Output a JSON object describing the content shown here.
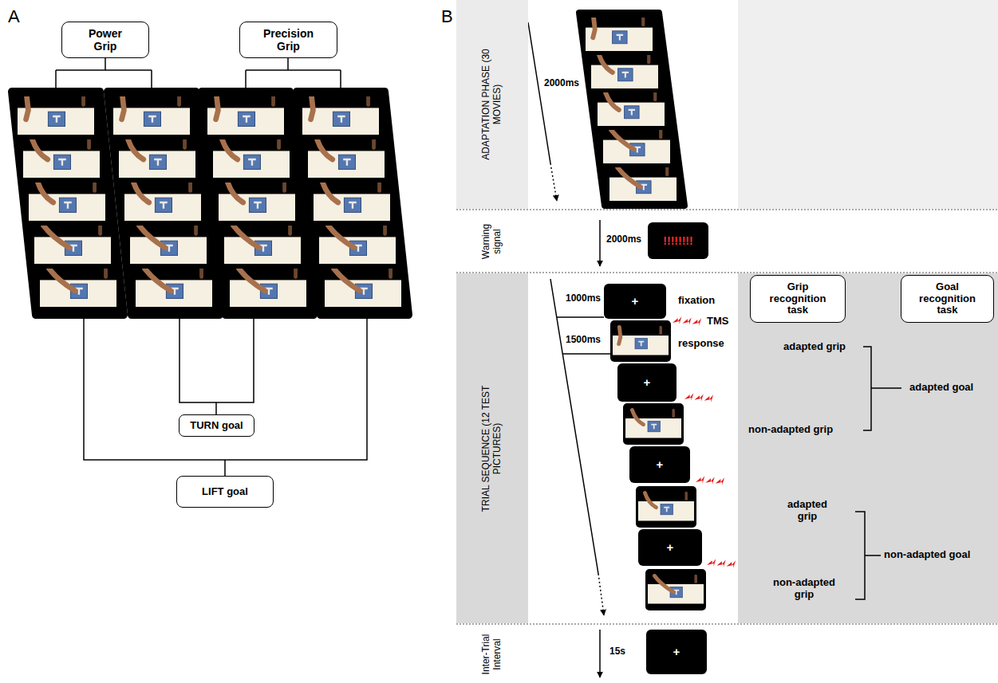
{
  "diagram": {
    "nodes": [
      {
        "text": [
          "Power Grip"
        ]
      },
      {
        "text": [
          "Precision Grip"
        ]
      },
      {
        "text": [
          "TURN goal"
        ]
      },
      {
        "text": [
          "LIFT goal"
        ]
      },
      {
        "text": [
          "ADAPTATION PHASE (30 MOVIES)"
        ]
      },
      {
        "text": [
          "Warning signal"
        ]
      },
      {
        "text": [
          "!!!!!!!!"
        ]
      },
      {
        "text": [
          "TRIAL SEQUENCE (12 TEST PICTURES)"
        ]
      },
      {
        "text": [
          "+"
        ]
      },
      {
        "text": [
          "+"
        ]
      },
      {
        "text": [
          "+"
        ]
      },
      {
        "text": [
          "+"
        ]
      },
      {
        "text": [
          "Grip recognition task"
        ]
      },
      {
        "text": [
          "Goal recognition task"
        ]
      },
      {
        "text": [
          "Inter-Trial Interval"
        ]
      },
      {
        "text": [
          "+"
        ]
      }
    ],
    "labels": [
      "A",
      "B",
      "2000ms",
      "2000ms",
      "1000ms",
      "1500ms",
      "fixation",
      "TMS",
      "response",
      "adapted grip",
      "non-adapted grip",
      "adapted goal",
      "adapted grip",
      "non-adapted grip",
      "non-adapted goal",
      "15s"
    ]
  }
}
